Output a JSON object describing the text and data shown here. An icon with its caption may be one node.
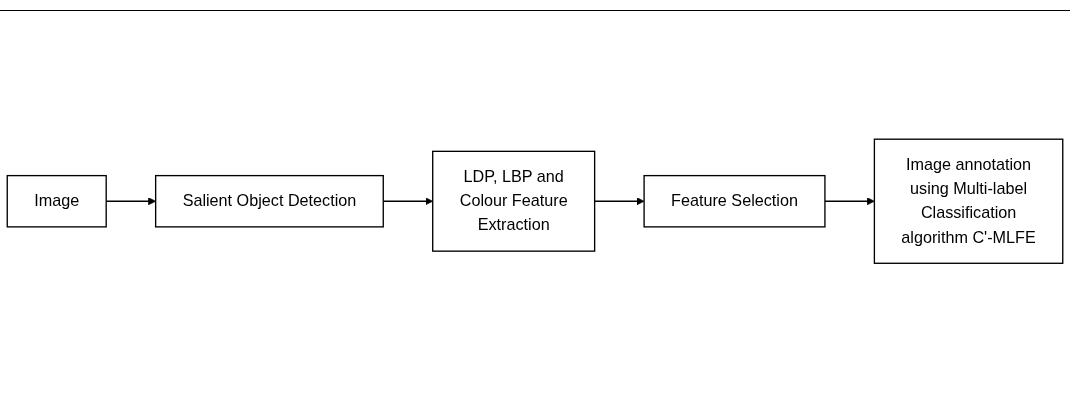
{
  "diagram": {
    "nodes": [
      {
        "text": [
          "Image"
        ]
      },
      {
        "text": [
          "Salient Object Detection"
        ]
      },
      {
        "text": [
          "LDP, LBP and Colour Feature Extraction"
        ]
      },
      {
        "text": [
          "Feature Selection"
        ]
      },
      {
        "text": [
          "Image annotation using Multi-label Classification algorithm C'-MLFE"
        ]
      }
    ],
    "edges": [
      {
        "from": 0,
        "to": 1,
        "arrow": "to"
      },
      {
        "from": 1,
        "to": 2,
        "arrow": "to"
      },
      {
        "from": 2,
        "to": 3,
        "arrow": "to"
      },
      {
        "from": 3,
        "to": 4,
        "arrow": "to"
      }
    ]
  }
}
